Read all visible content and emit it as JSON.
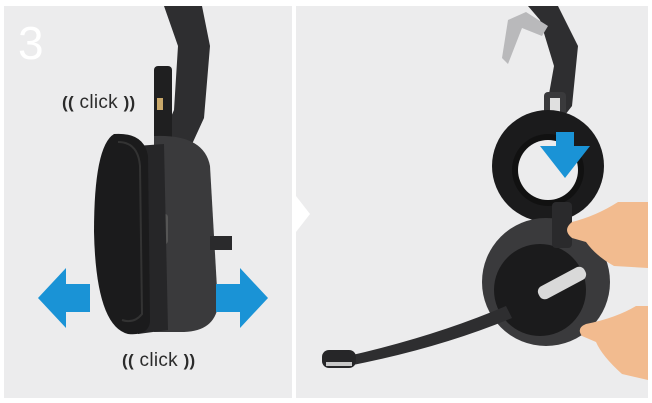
{
  "step": {
    "number": "3"
  },
  "left_panel": {
    "click_top": {
      "wave_left": "((",
      "text": "click",
      "wave_right": "))"
    },
    "click_bottom": {
      "wave_left": "((",
      "text": "click",
      "wave_right": "))"
    }
  },
  "colors": {
    "panel_bg": "#ececed",
    "arrow_blue": "#1a93d6",
    "headset_dark": "#2e2e30",
    "cushion_black": "#1b1b1c",
    "skin": "#f2bb8f"
  },
  "icons": [
    "arrow-left-icon",
    "arrow-right-icon",
    "arrow-down-icon"
  ]
}
